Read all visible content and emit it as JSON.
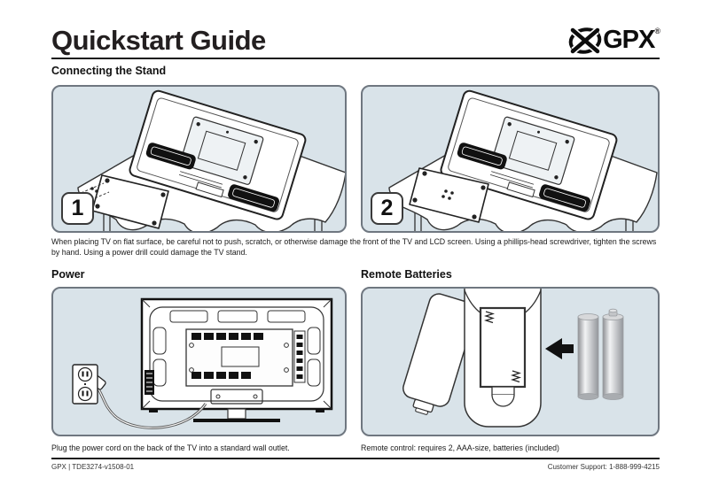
{
  "header": {
    "title": "Quickstart Guide",
    "logo_text": "GPX",
    "logo_reg": "®"
  },
  "sections": {
    "stand": {
      "heading": "Connecting the Stand",
      "steps": [
        {
          "number": "1"
        },
        {
          "number": "2"
        }
      ],
      "caption": "When placing TV on flat surface, be careful not to push, scratch, or otherwise damage the front of the TV and LCD screen. Using a phillips-head screwdriver, tighten the screws by hand. Using a power drill could damage the TV stand."
    },
    "power": {
      "heading": "Power",
      "caption": "Plug the power cord on the back of the TV into a standard wall outlet."
    },
    "remote": {
      "heading": "Remote Batteries",
      "caption": "Remote control: requires 2, AAA-size, batteries (included)"
    }
  },
  "footer": {
    "left": "GPX | TDE3274-v1508-01",
    "right": "Customer Support: 1-888-999-4215"
  },
  "colors": {
    "panel_bg": "#d9e3e9",
    "panel_border": "#6f7780",
    "ink": "#231f20",
    "diagram_line": "#333333",
    "battery_gray": "#b9bcc0"
  }
}
